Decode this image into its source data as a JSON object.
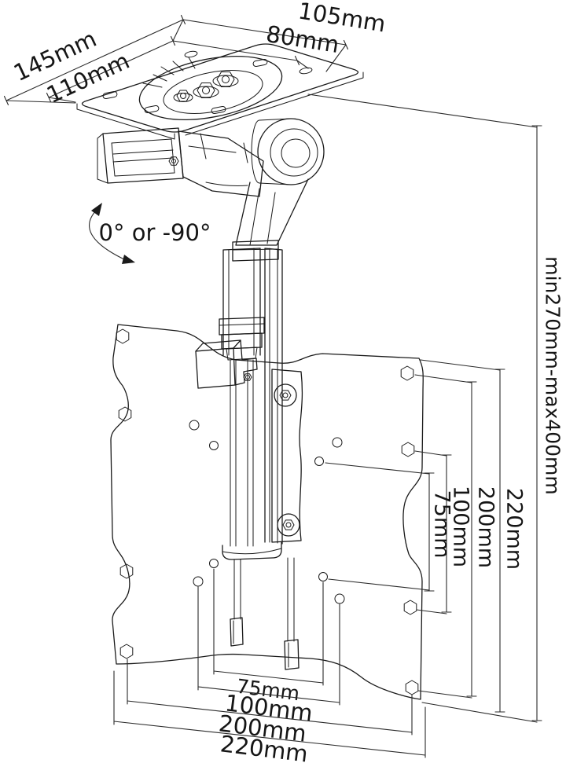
{
  "figure": {
    "kind": "technical line drawing",
    "subject": "fold-down ceiling TV mount with ceiling plate, tilt hinge, telescopic arm and VESA plate"
  },
  "colors": {
    "line": "#1a1a1a",
    "background": "#ffffff",
    "text": "#151515"
  },
  "labels": {
    "top_plate": {
      "outer_width": "105mm",
      "inner_width": "80mm",
      "outer_depth": "145mm",
      "inner_depth": "110mm"
    },
    "rotation": {
      "range": "0° or -90°"
    },
    "right": {
      "extension_range": "min270mm-max400mm",
      "plate_height": "220mm",
      "hex_vertical": "200mm",
      "vesa100_vertical": "100mm",
      "vesa75_vertical": "75mm"
    },
    "bottom": {
      "vesa75_horizontal": "75mm",
      "vesa100_horizontal": "100mm",
      "hex_horizontal": "200mm",
      "plate_width": "220mm"
    }
  }
}
